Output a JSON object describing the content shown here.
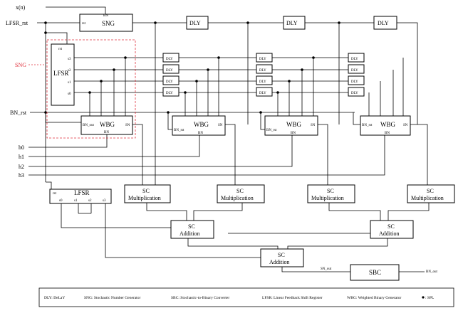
{
  "labels": {
    "xn": "x(n)",
    "lfsr_rst": "LFSR_rst",
    "sng_tag": "SNG",
    "bn_rst": "BN_rst",
    "h0": "h0",
    "h1": "h1",
    "h2": "h2",
    "h3": "h3",
    "sn_out": "SN_out",
    "bn_out": "BN_out"
  },
  "blocks": {
    "sng": {
      "title": "SNG",
      "rst": "rst",
      "bn": "BN"
    },
    "dly": "DLY",
    "lfsr_top": {
      "title": "LFSR",
      "rst": "rst",
      "s3": "s3",
      "s2": "s2",
      "s1": "s1",
      "s0": "s0"
    },
    "wbg": {
      "title": "WBG",
      "bn_out": "BN_out",
      "bn_rst": "BN_rst",
      "bn": "BN",
      "sn": "SN"
    },
    "sc_mult": {
      "line1": "SC",
      "line2": "Multiplication"
    },
    "sc_add": {
      "line1": "SC",
      "line2": "Addition"
    },
    "lfsr_bottom": {
      "title": "LFSR",
      "rst": "rst",
      "s0": "s0",
      "s1": "s1",
      "s2": "s2",
      "s3": "s3"
    },
    "sbc": "SBC"
  },
  "legend": {
    "dly": "DLY: DeLaY",
    "sng": "SNG: Stochastic Number Generator",
    "sbc": "SBC: Stochastic-to-Binary Converter",
    "lfsr": "LFSR: Linear Feedback Shift Register",
    "wbg": "WBG: Weighted Binary Generator",
    "spl": ": SPL"
  },
  "colors": {
    "sng_highlight": "#e0303c"
  }
}
